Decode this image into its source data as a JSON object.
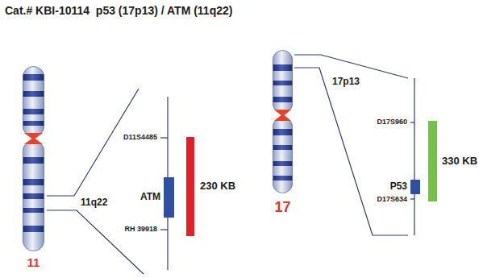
{
  "diagram": {
    "title": "Cat.# KBI-10114  p53 (17p13) / ATM (11q22)",
    "nodes": [
      {
        "text": [
          "11"
        ]
      },
      {
        "text": [
          "ATM"
        ]
      },
      {
        "text": [
          "230 KB"
        ]
      },
      {
        "text": [
          "17"
        ]
      },
      {
        "text": [
          "P53"
        ]
      },
      {
        "text": [
          "330 KB"
        ]
      }
    ],
    "labels": [
      "11q22",
      "D11S4485",
      "RH 39918",
      "17p13",
      "D17S960",
      "D17S634"
    ]
  }
}
